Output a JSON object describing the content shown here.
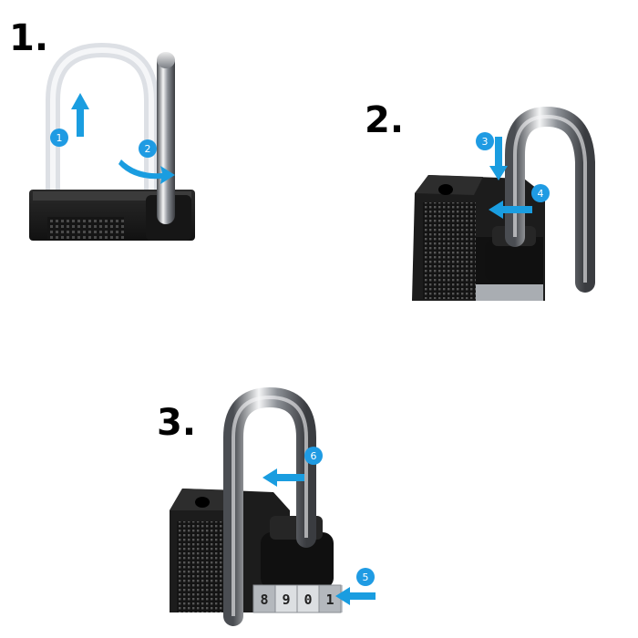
{
  "steps": [
    {
      "label": "1."
    },
    {
      "label": "2."
    },
    {
      "label": "3."
    }
  ],
  "markers": [
    "1",
    "2",
    "3",
    "4",
    "5",
    "6"
  ],
  "dial_digits": [
    "8",
    "9",
    "0",
    "1"
  ],
  "colors": {
    "arrow": "#1a9de0",
    "badge": "#1f9be3",
    "lock_body": "#1b1b1b",
    "shackle": "#b9bcc0"
  }
}
